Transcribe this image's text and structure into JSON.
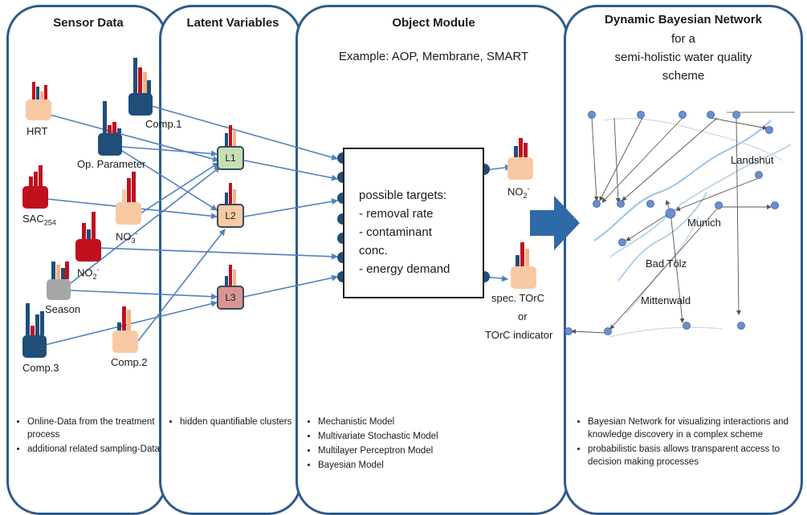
{
  "panels": {
    "sensor": {
      "title": "Sensor Data",
      "bullets": [
        "Online-Data from the treatment process",
        "additional related sampling-Data"
      ]
    },
    "latent": {
      "title": "Latent Variables",
      "bullets": [
        "hidden quantifiable clusters"
      ]
    },
    "object": {
      "title": "Object Module",
      "example": "Example:  AOP, Membrane, SMART",
      "bullets": [
        "Mechanistic Model",
        "Multivariate Stochastic Model",
        "Multilayer Perceptron Model",
        "Bayesian Model"
      ]
    },
    "dbn": {
      "title": "Dynamic Bayesian Network",
      "subtitle_line1": "for a",
      "subtitle_line2": "semi-holistic water quality",
      "subtitle_line3": "scheme",
      "bullets": [
        "Bayesian Network for visualizing interactions and knowledge discovery in a complex scheme",
        "probabilistic basis allows transparent access to decision making processes"
      ]
    }
  },
  "sensors": {
    "hrt": "HRT",
    "comp1": "Comp.1",
    "op_param": "Op. Parameter",
    "sac_base": "SAC",
    "sac_sub": "254",
    "no3_base": "NO",
    "no3_sub": "3",
    "no3_sup": "-",
    "no2_base": "NO",
    "no2_sub": "2",
    "no2_sup": "-",
    "season": "Season",
    "comp3": "Comp.3",
    "comp2": "Comp.2"
  },
  "latents": {
    "l1": "L1",
    "l2": "L2",
    "l3": "L3"
  },
  "targets": {
    "heading": "possible targets:",
    "items": [
      "- removal rate",
      "- contaminant",
      "conc.",
      "- energy demand"
    ]
  },
  "outputs": {
    "no2_base": "NO",
    "no2_sub": "2",
    "no2_sup": "-",
    "torc_line1": "spec. TOrC",
    "torc_line2": "or",
    "torc_line3": "TOrC indicator"
  },
  "map_labels": {
    "landshut": "Landshut",
    "munich": "Munich",
    "bad_tolz": "Bad Tölz",
    "mittenwald": "Mittenwald"
  },
  "colors": {
    "panel_border": "#2f5b8a",
    "navy": "#1f4e79",
    "red": "#c0101e",
    "peach": "#f8c9a4",
    "gray": "#a6a6a6",
    "arrow": "#4f81bd",
    "l1": "#c5e0b3",
    "l2": "#f8c9a4",
    "l3": "#d99594"
  }
}
